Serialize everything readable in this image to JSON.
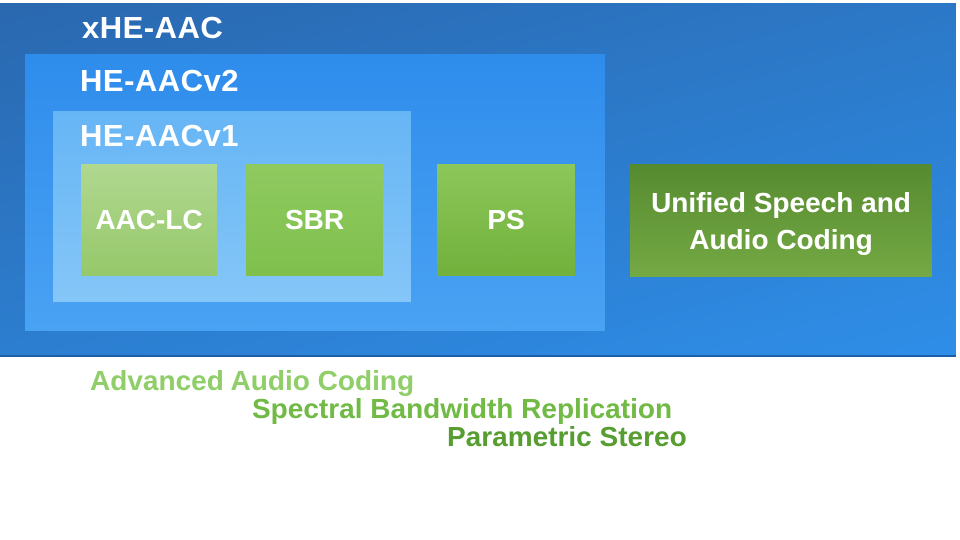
{
  "diagram": {
    "title": "xHE-AAC codec family diagram",
    "xhe_aac": {
      "label": "xHE-AAC"
    },
    "he_aacv2": {
      "label": "HE-AACv2"
    },
    "he_aacv1": {
      "label": "HE-AACv1"
    },
    "codecs": {
      "aac_lc": {
        "label": "AAC-LC",
        "color": "#a3d07e"
      },
      "sbr": {
        "label": "SBR",
        "color": "#87c457"
      },
      "ps": {
        "label": "PS",
        "color": "#7fbc4b"
      },
      "usac": {
        "label": "Unified Speech and Audio Coding",
        "color": "#639739"
      }
    },
    "definitions": [
      {
        "term": "AAC",
        "text": "Advanced Audio Coding",
        "color": "#8fce69"
      },
      {
        "term": "SBR",
        "text": "Spectral Bandwidth Replication",
        "color": "#71ba45"
      },
      {
        "term": "PS",
        "text": "Parametric Stereo",
        "color": "#579d31"
      }
    ],
    "colors": {
      "outer_blue_top": "#2a68af",
      "outer_blue_bottom": "#2e8ee8",
      "he_aacv2_blue": "#3595f0",
      "he_aacv1_blue": "#70bbf6",
      "text_on_boxes": "#ffffff",
      "page_background": "#ffffff"
    }
  }
}
